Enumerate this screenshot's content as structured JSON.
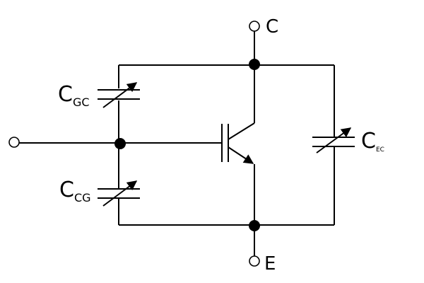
{
  "terminals": {
    "collector": "C",
    "emitter": "E"
  },
  "capacitors": [
    {
      "id": "cgc",
      "main": "C",
      "sub": "GC"
    },
    {
      "id": "ccg",
      "main": "C",
      "sub": "CG"
    },
    {
      "id": "cec",
      "main": "C",
      "sub": "EC"
    }
  ]
}
